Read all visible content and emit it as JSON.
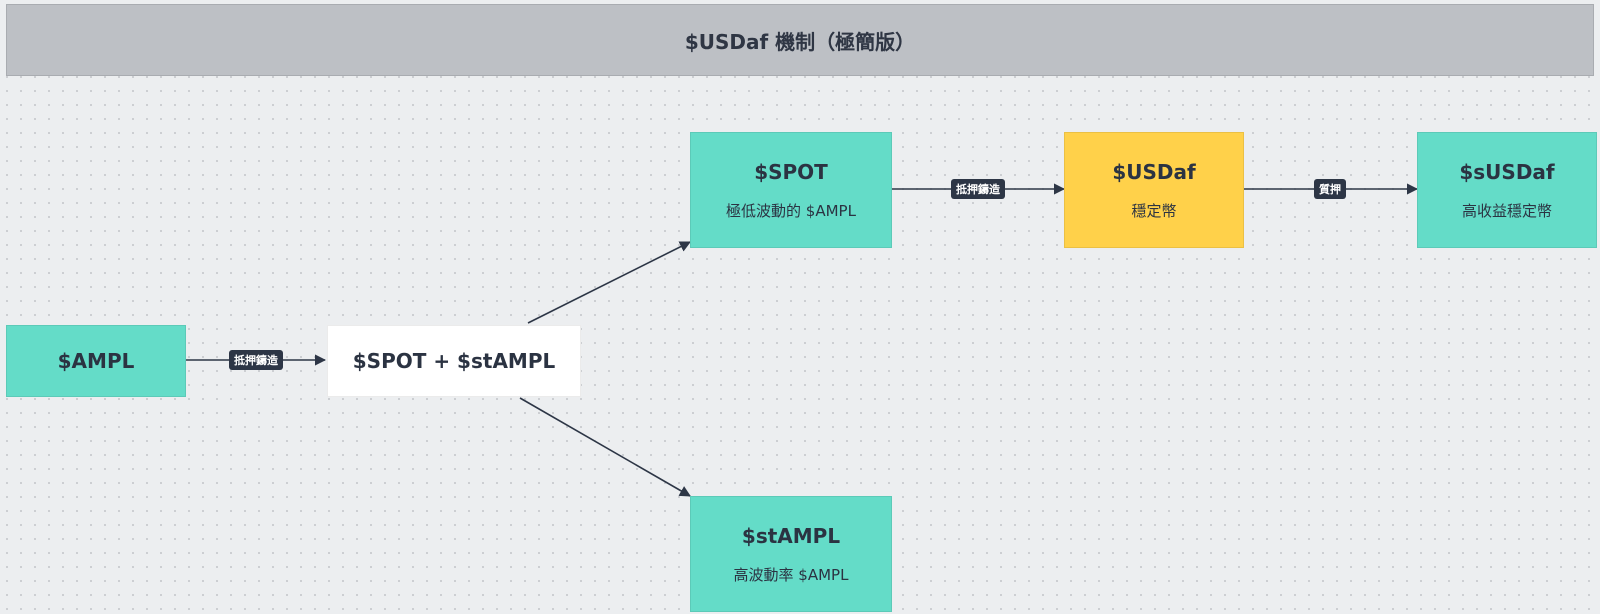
{
  "header": {
    "title": "$USDaf 機制（極簡版）"
  },
  "nodes": {
    "ampl": {
      "title": "$AMPL"
    },
    "combo": {
      "title": "$SPOT + $stAMPL"
    },
    "spot": {
      "title": "$SPOT",
      "subtitle": "極低波動的 $AMPL"
    },
    "stampl": {
      "title": "$stAMPL",
      "subtitle": "高波動率 $AMPL"
    },
    "usdaf": {
      "title": "$USDaf",
      "subtitle": "穩定幣"
    },
    "susdaf": {
      "title": "$sUSDaf",
      "subtitle": "高收益穩定幣"
    }
  },
  "edges": {
    "ampl_to_combo": {
      "label": "抵押鑄造"
    },
    "spot_to_usdaf": {
      "label": "抵押鑄造"
    },
    "usdaf_to_susdaf": {
      "label": "質押"
    }
  },
  "colors": {
    "node_primary": "#64dcc8",
    "node_stable": "#ffd14a",
    "node_neutral": "#ffffff",
    "header_bg": "#bdc0c5",
    "edge": "#2d3646"
  }
}
